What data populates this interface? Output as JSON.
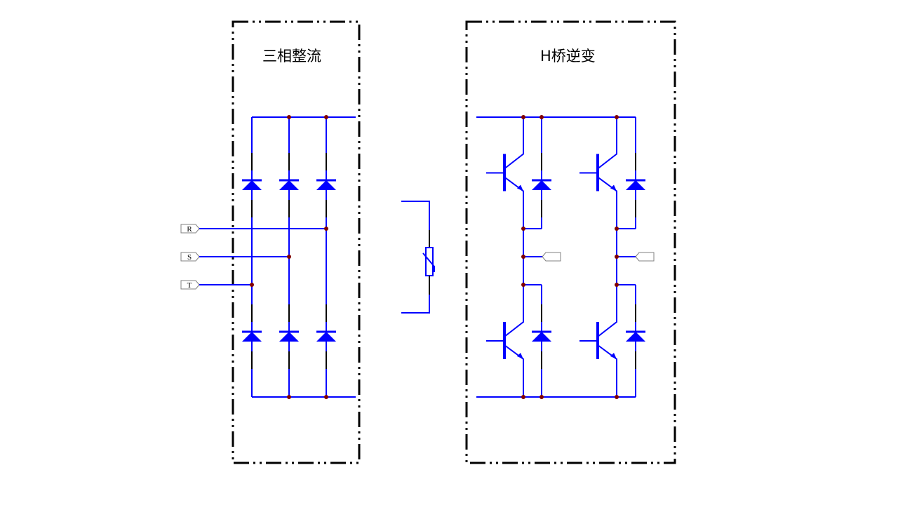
{
  "rectifier": {
    "title": "三相整流",
    "inputs": [
      "R",
      "S",
      "T"
    ]
  },
  "inverter": {
    "title": "H桥逆变",
    "outputs": [
      "",
      ""
    ]
  },
  "colors": {
    "wire": "#0000ff",
    "node": "#800000",
    "frame": "#000000",
    "lead": "#000000",
    "port": "#808080"
  }
}
